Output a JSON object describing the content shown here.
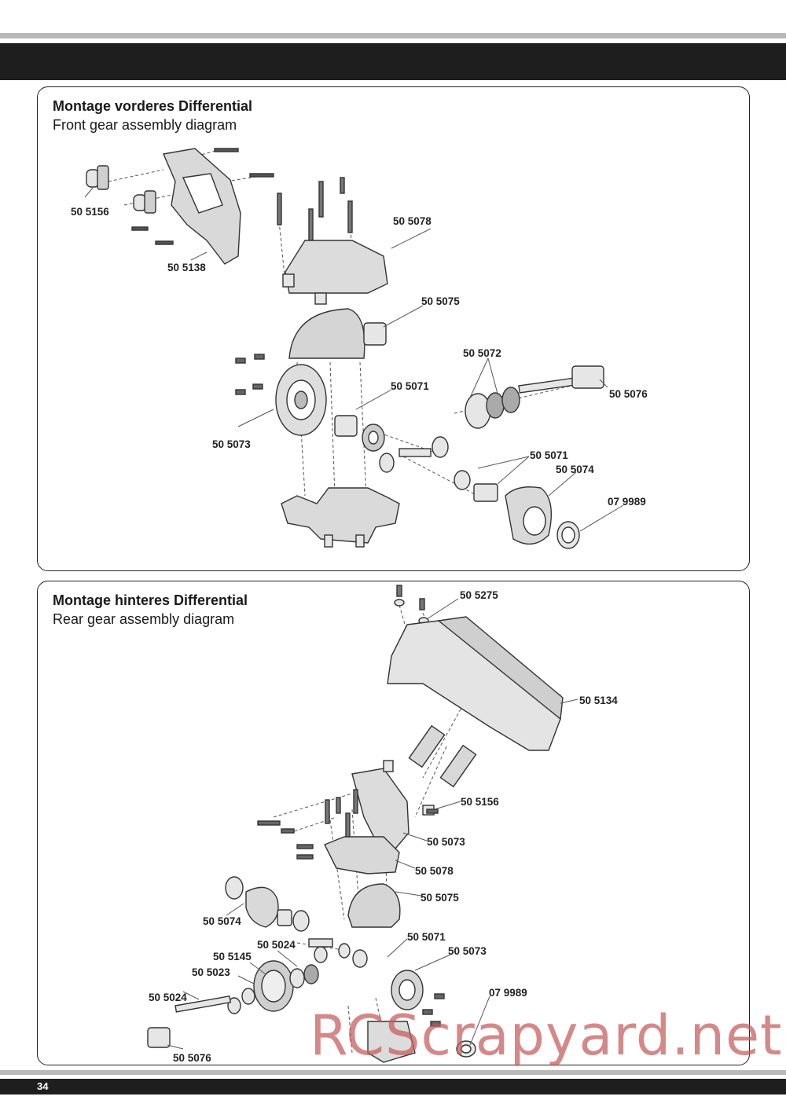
{
  "front": {
    "title_de": "Montage vorderes Differential",
    "title_en": "Front gear assembly diagram",
    "labels": [
      "50 5156",
      "50 5138",
      "50 5078",
      "50 5075",
      "50 5072",
      "50 5076",
      "50 5071",
      "50 5073",
      "50 5071",
      "50 5074",
      "07 9989"
    ]
  },
  "rear": {
    "title_de": "Montage hinteres Differential",
    "title_en": "Rear gear assembly diagram",
    "labels": [
      "50 5275",
      "50 5134",
      "50 5156",
      "50 5073",
      "50 5078",
      "50 5075",
      "50 5074",
      "50 5024",
      "50 5071",
      "50 5145",
      "50 5073",
      "50 5023",
      "07 9989",
      "50 5024",
      "50 5076"
    ]
  },
  "page_number": "34",
  "watermark": "RCScrapyard.net"
}
